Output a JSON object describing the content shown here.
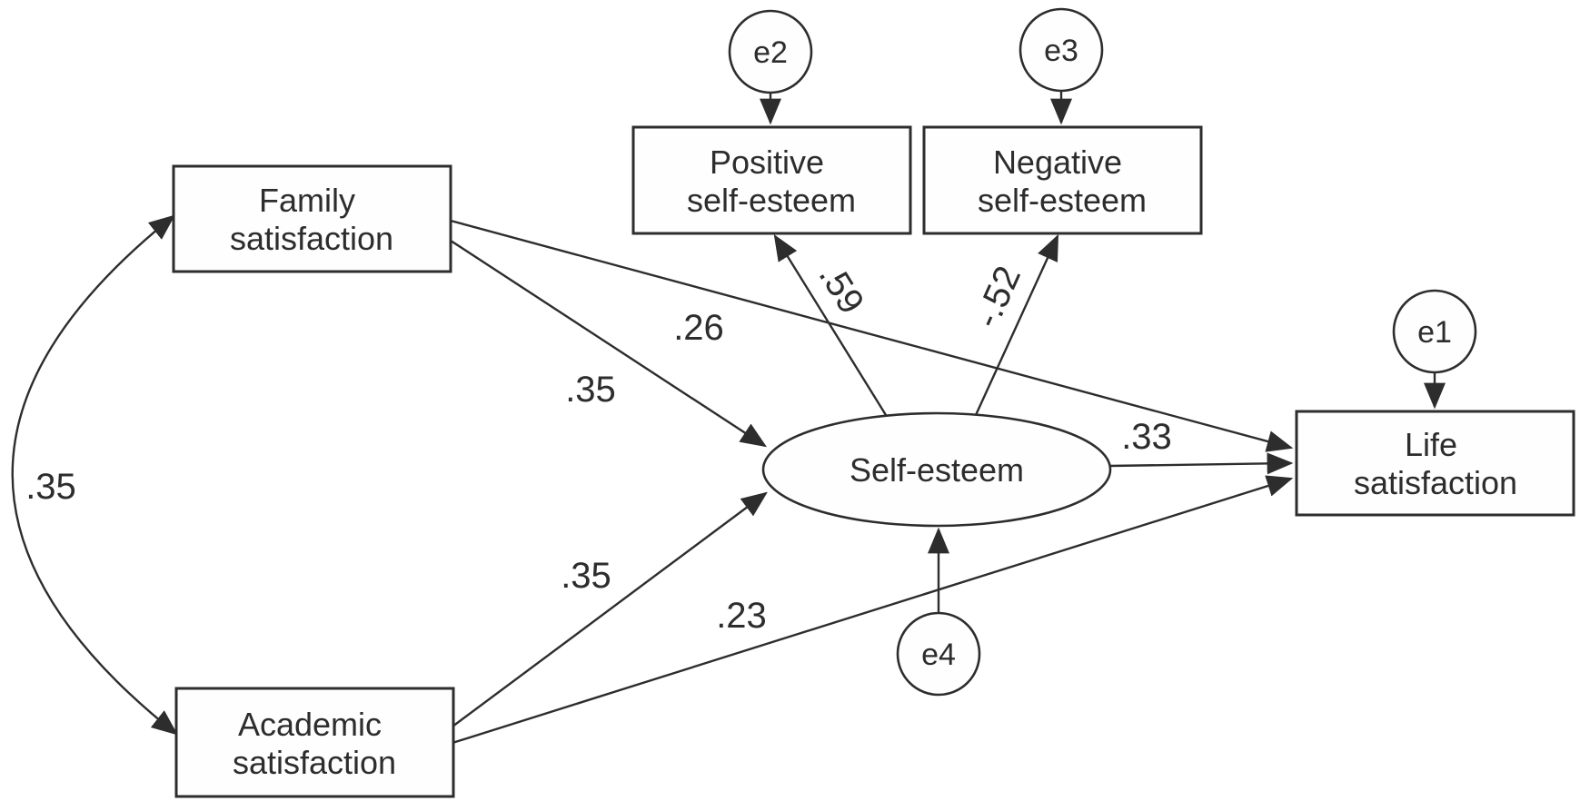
{
  "diagram": {
    "type": "path-diagram-structural-equation-model",
    "colors": {
      "line": "#2d2d2d",
      "text": "#2d2d2d",
      "background": "#ffffff"
    },
    "nodes": {
      "family": {
        "line1": "Family",
        "line2": "satisfaction"
      },
      "academic": {
        "line1": "Academic",
        "line2": "satisfaction"
      },
      "positive": {
        "line1": "Positive",
        "line2": "self-esteem"
      },
      "negative": {
        "line1": "Negative",
        "line2": "self-esteem"
      },
      "life": {
        "line1": "Life",
        "line2": "satisfaction"
      },
      "self_esteem": {
        "label": "Self-esteem"
      },
      "e1": {
        "label": "e1"
      },
      "e2": {
        "label": "e2"
      },
      "e3": {
        "label": "e3"
      },
      "e4": {
        "label": "e4"
      }
    },
    "coefficients": {
      "family_academic_covariance": ".35",
      "family_to_self_esteem": ".35",
      "academic_to_self_esteem": ".35",
      "family_to_life": ".26",
      "academic_to_life": ".23",
      "self_esteem_to_life": ".33",
      "self_esteem_to_positive": ".59",
      "self_esteem_to_negative": "-.52"
    }
  }
}
